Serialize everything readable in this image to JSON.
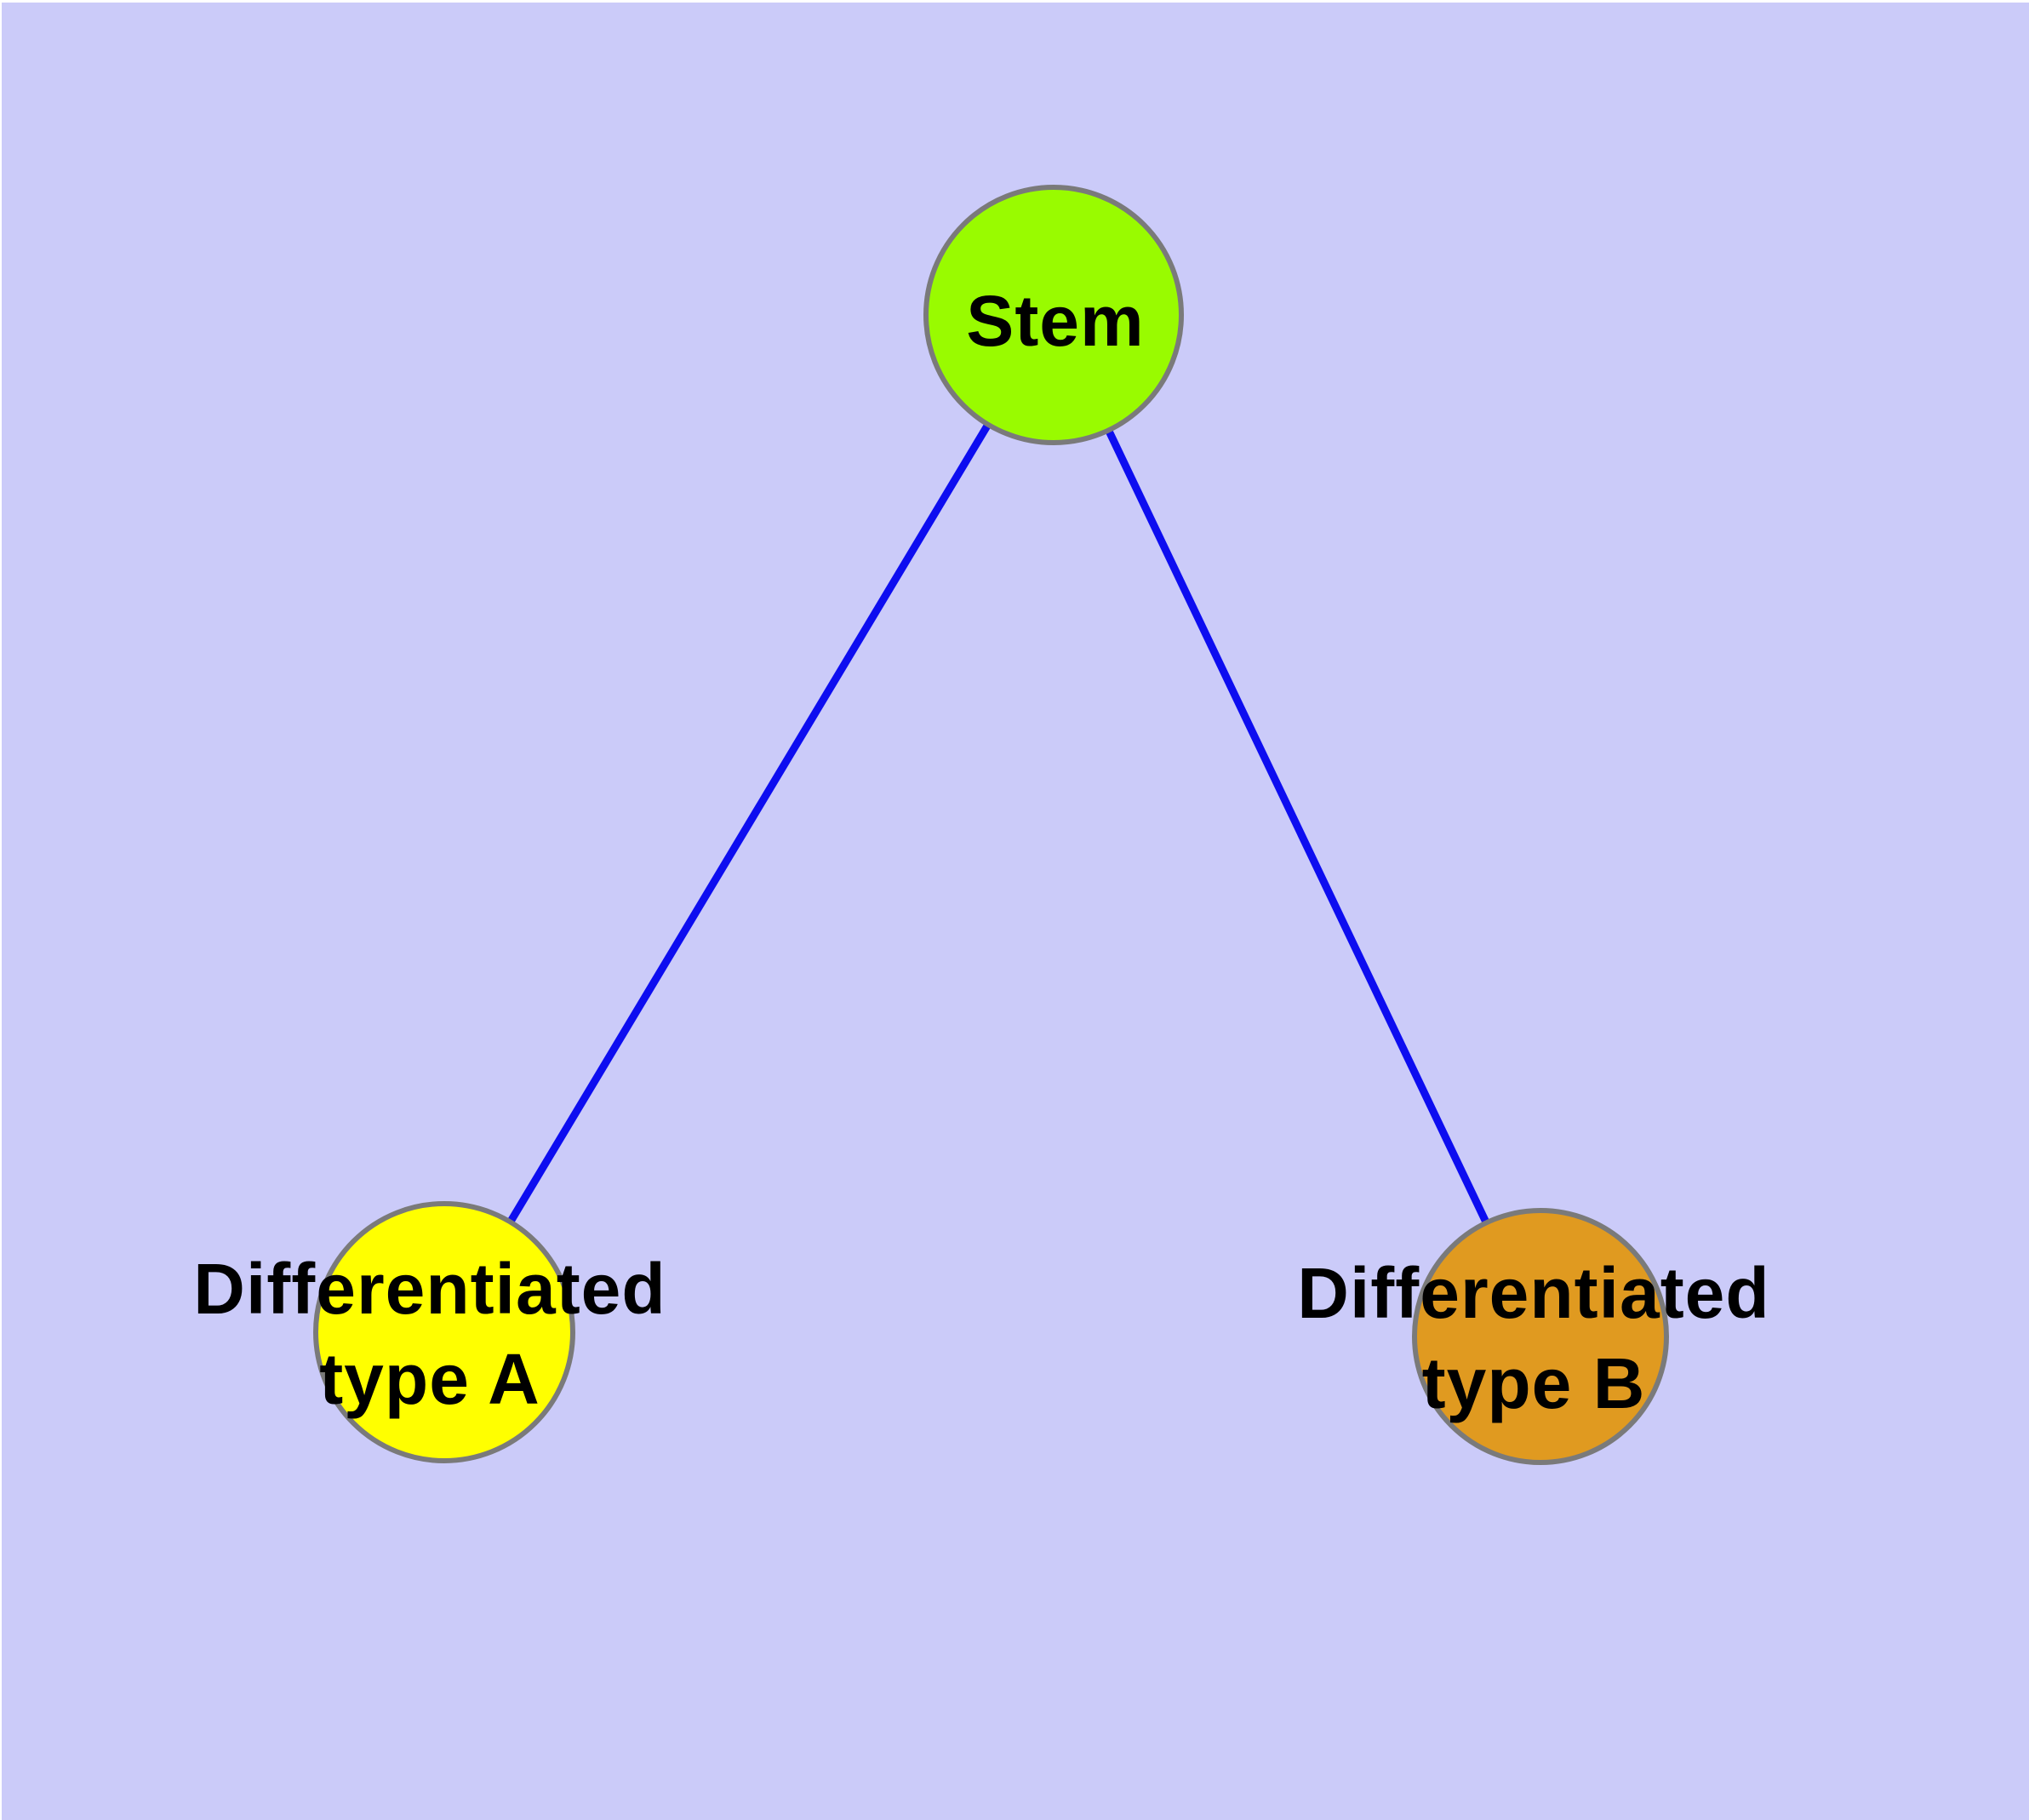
{
  "figure": {
    "background_color": "#cbcbf9",
    "device_margin_color": "#ffffff"
  },
  "graph": {
    "type": "node-link-diagram",
    "edge_color": "#0d0df0",
    "node_border_color": "#7a7a7a",
    "label_color": "#000000",
    "nodes": [
      {
        "id": "stem",
        "label": "Stem",
        "color": "#99fb00"
      },
      {
        "id": "differentiated-type-a",
        "label_line1": "Differentiated",
        "label_line2": "type A",
        "color": "#ffff00"
      },
      {
        "id": "differentiated-type-b",
        "label_line1": "Differentiated",
        "label_line2": "type B",
        "color": "#e09a20"
      }
    ],
    "edges": [
      {
        "from": "Stem",
        "to": "Differentiated type A"
      },
      {
        "from": "Stem",
        "to": "Differentiated type B"
      }
    ]
  }
}
